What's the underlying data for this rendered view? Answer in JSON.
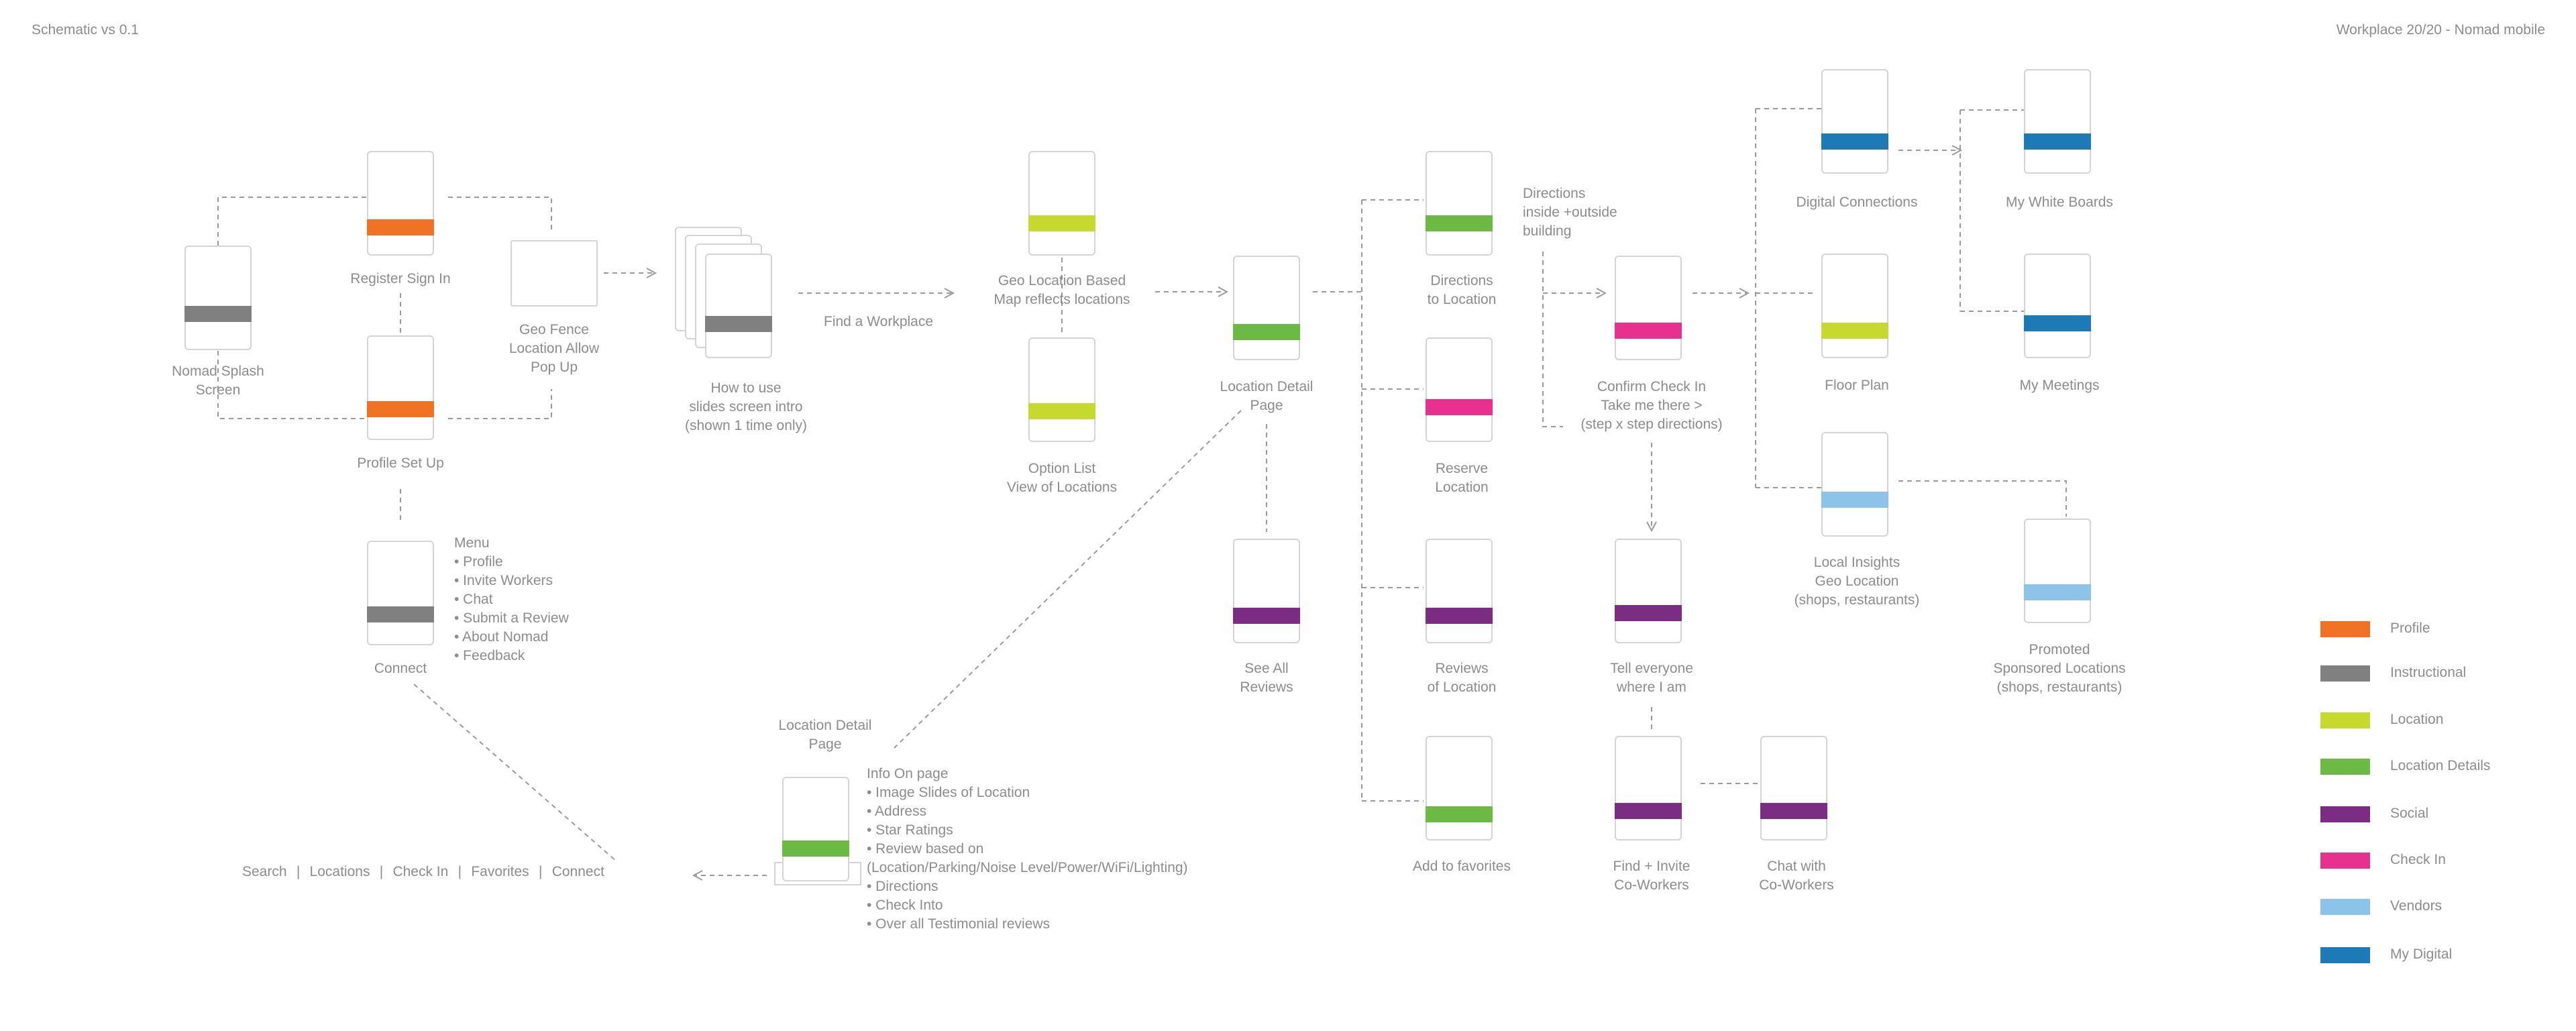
{
  "header": {
    "left": "Schematic vs 0.1",
    "right": "Workplace 20/20 - Nomad  mobile"
  },
  "colors": {
    "profile": "#f07224",
    "instructional": "#808080",
    "location": "#c6d92e",
    "location_details": "#6cb944",
    "social": "#7b2d83",
    "check_in": "#e8308f",
    "vendors": "#8cc3e8",
    "my_digital": "#1e7ab6"
  },
  "screens": [
    {
      "id": "splash",
      "label": [
        "Nomad Splash",
        "Screen"
      ],
      "color": "instructional"
    },
    {
      "id": "register",
      "label": [
        "Register Sign In"
      ],
      "color": "profile"
    },
    {
      "id": "geofence",
      "label": [
        "Geo Fence",
        "Location Allow",
        "Pop Up"
      ],
      "color": "none"
    },
    {
      "id": "profile_setup",
      "label": [
        "Profile Set Up"
      ],
      "color": "profile"
    },
    {
      "id": "how_to_use",
      "label": [
        "How to use",
        "slides screen intro",
        "(shown 1 time only)"
      ],
      "color": "instructional"
    },
    {
      "id": "connect",
      "label": [
        "Connect"
      ],
      "color": "instructional"
    },
    {
      "id": "geo_location",
      "label": [
        "Geo Location Based",
        "Map reflects locations"
      ],
      "color": "location"
    },
    {
      "id": "option_list",
      "label": [
        "Option List",
        "View of Locations"
      ],
      "color": "location"
    },
    {
      "id": "location_detail",
      "label": [
        "Location Detail",
        "Page"
      ],
      "color": "location_details"
    },
    {
      "id": "see_all_reviews",
      "label": [
        "See All",
        "Reviews"
      ],
      "color": "social"
    },
    {
      "id": "directions",
      "label": [
        "Directions",
        "to Location"
      ],
      "color": "location_details"
    },
    {
      "id": "reserve",
      "label": [
        "Reserve",
        "Location"
      ],
      "color": "check_in"
    },
    {
      "id": "reviews_of_location",
      "label": [
        "Reviews",
        "of Location"
      ],
      "color": "social"
    },
    {
      "id": "add_favorites",
      "label": [
        "Add to favorites"
      ],
      "color": "location_details"
    },
    {
      "id": "confirm_checkin",
      "label": [
        "Confirm Check In",
        "Take me there >",
        "(step x step directions)"
      ],
      "color": "check_in"
    },
    {
      "id": "tell_everyone",
      "label": [
        "Tell everyone",
        "where I am"
      ],
      "color": "social"
    },
    {
      "id": "find_invite",
      "label": [
        "Find + Invite",
        "Co-Workers"
      ],
      "color": "social"
    },
    {
      "id": "chat_coworkers",
      "label": [
        "Chat with",
        "Co-Workers"
      ],
      "color": "social"
    },
    {
      "id": "digital_connections",
      "label": [
        "Digital Connections"
      ],
      "color": "my_digital"
    },
    {
      "id": "floor_plan",
      "label": [
        "Floor Plan"
      ],
      "color": "location"
    },
    {
      "id": "local_insights",
      "label": [
        "Local Insights",
        "Geo Location",
        "(shops, restaurants)"
      ],
      "color": "vendors"
    },
    {
      "id": "white_boards",
      "label": [
        "My White Boards"
      ],
      "color": "my_digital"
    },
    {
      "id": "meetings",
      "label": [
        "My Meetings"
      ],
      "color": "my_digital"
    },
    {
      "id": "promoted",
      "label": [
        "Promoted",
        "Sponsored Locations",
        "(shops, restaurants)"
      ],
      "color": "vendors"
    },
    {
      "id": "location_detail_bottom",
      "label": [
        "Location Detail",
        "Page"
      ],
      "color": "location_details"
    }
  ],
  "edge_labels": {
    "find_workplace": "Find a Workplace",
    "directions_inside": [
      "Directions",
      "inside +outside",
      "building"
    ]
  },
  "menu": {
    "title": "Menu",
    "items": [
      "• Profile",
      "• Invite Workers",
      "• Chat",
      "• Submit a Review",
      "• About Nomad",
      "• Feedback"
    ]
  },
  "info_on_page": {
    "title": "Info On page",
    "items": [
      "•  Image Slides of Location",
      "• Address",
      "• Star Ratings",
      "• Review based on",
      "   (Location/Parking/Noise Level/Power/WiFi/Lighting)",
      "• Directions",
      "• Check Into",
      "• Over all Testimonial reviews"
    ]
  },
  "bottom_nav": [
    "Search",
    "Locations",
    "Check In",
    "Favorites",
    "Connect"
  ],
  "legend": [
    {
      "label": "Profile",
      "color": "#f07224"
    },
    {
      "label": "Instructional",
      "color": "#808080"
    },
    {
      "label": "Location",
      "color": "#c6d92e"
    },
    {
      "label": "Location Details",
      "color": "#6cb944"
    },
    {
      "label": "Social",
      "color": "#7b2d83"
    },
    {
      "label": "Check In",
      "color": "#e8308f"
    },
    {
      "label": "Vendors",
      "color": "#8cc3e8"
    },
    {
      "label": "My Digital",
      "color": "#1e7ab6"
    }
  ]
}
